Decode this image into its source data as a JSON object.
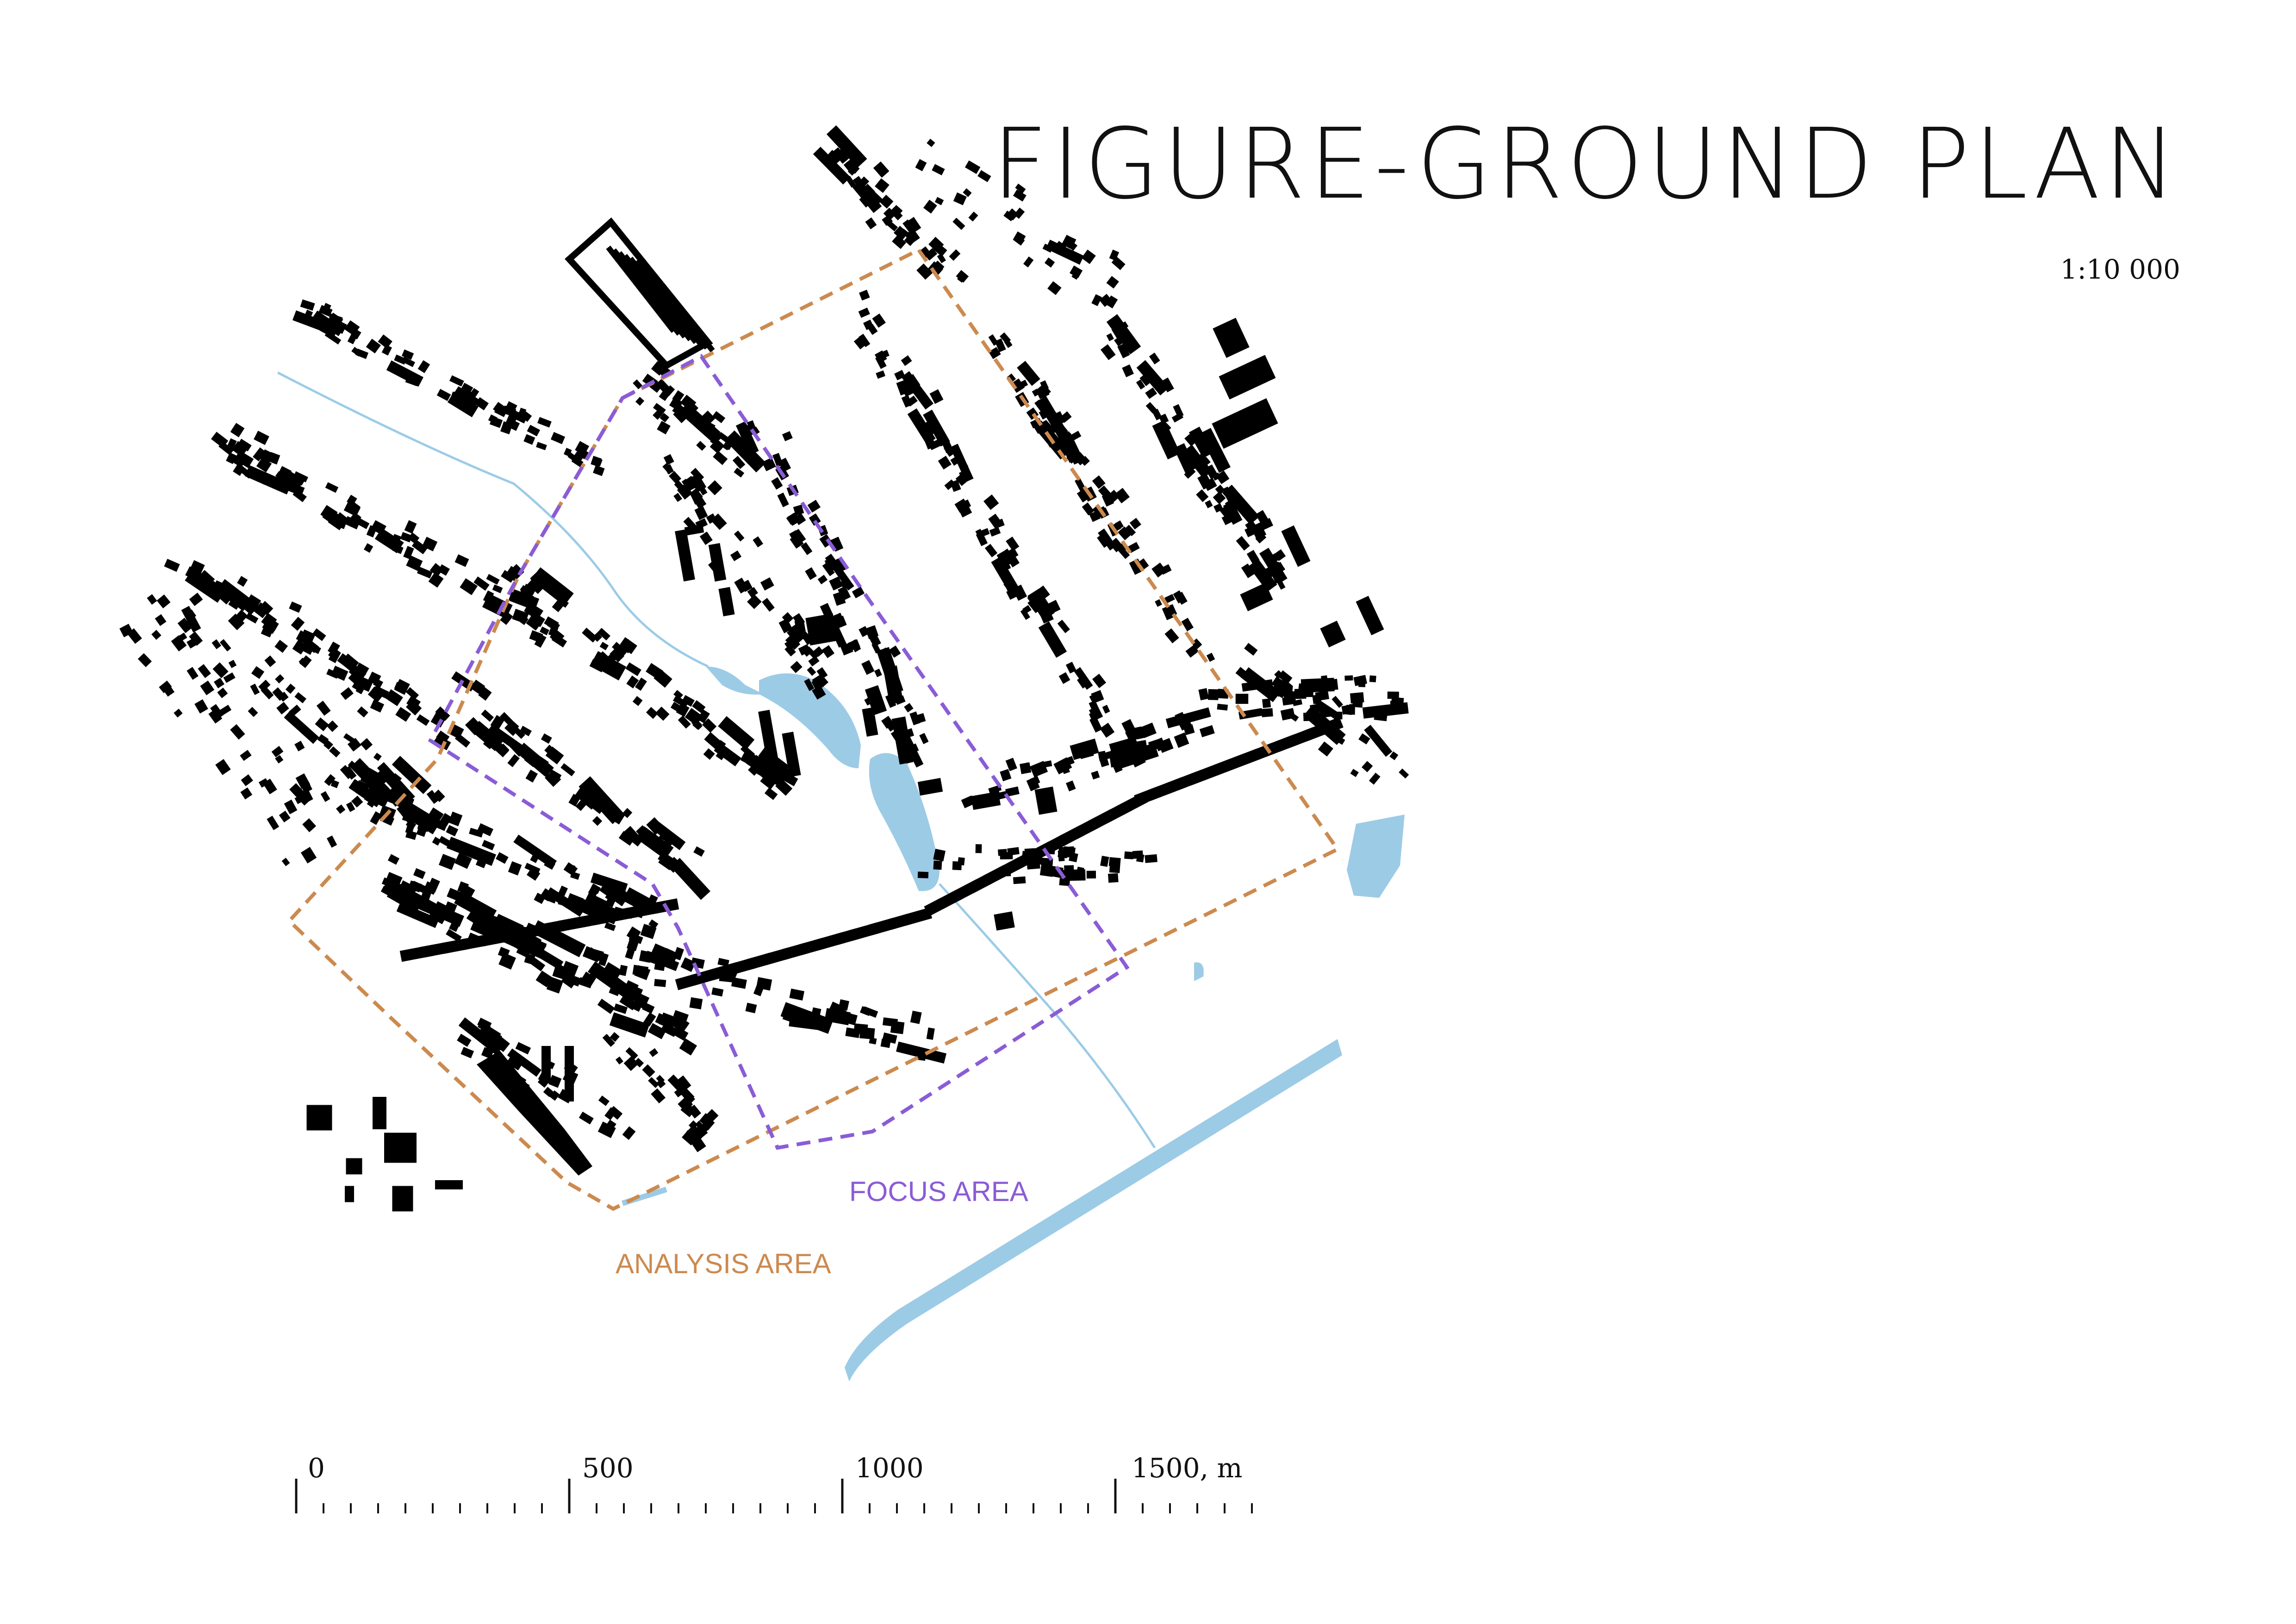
{
  "title": "FIGURE-GROUND PLAN",
  "scale": "1:10 000",
  "legend": {
    "focus_area": "FOCUS AREA",
    "analysis_area": "ANALYSIS AREA",
    "focus_color": "#8a5cd6",
    "analysis_color": "#cc8a4f"
  },
  "scale_bar": {
    "labels": [
      "0",
      "500",
      "1000",
      "1500, m"
    ],
    "max_m": 1750,
    "minor_step_m": 50
  },
  "colors": {
    "buildings": "#000000",
    "water": "#9ccbe6",
    "background": "#ffffff"
  }
}
